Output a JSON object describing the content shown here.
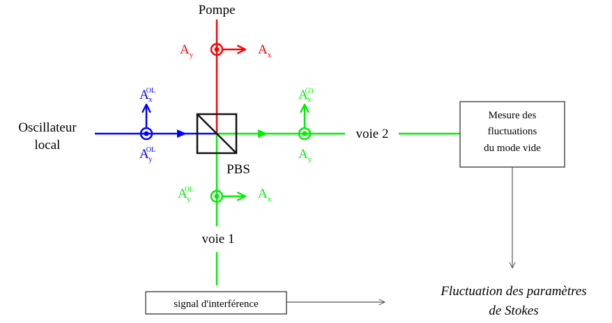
{
  "labels": {
    "pompe": "Pompe",
    "oscillateur": "Oscillateur",
    "local": "local",
    "pbs": "PBS",
    "voie1": "voie 1",
    "voie2": "voie 2",
    "A": "A",
    "x": "x",
    "y": "y",
    "OL": "OL",
    "two": "(2)"
  },
  "boxes": {
    "mesure_line1": "Mesure des",
    "mesure_line2": "fluctuations",
    "mesure_line3": "du mode vide",
    "signal": "signal d'interférence"
  },
  "result": {
    "line1": "Fluctuation des paramètres",
    "line2": "de Stokes"
  },
  "colors": {
    "pump": "#ff0000",
    "local_oscillator": "#0000ff",
    "output": "#00ee00",
    "box_border": "#333333",
    "arrow": "#555555",
    "text": "#000000"
  }
}
